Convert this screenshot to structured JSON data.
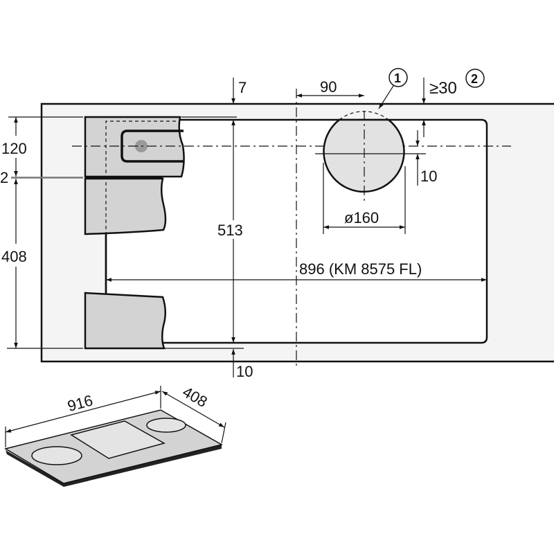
{
  "title": "Installation dimensions drawing",
  "dimensions": {
    "top_offset": "7",
    "center_offset": "90",
    "callout_1": "1",
    "min_clearance": "≥30",
    "callout_2": "2",
    "left_upper": "120",
    "gap": "2",
    "left_lower": "408",
    "cutout_depth": "513",
    "circle_offset": "10",
    "diameter": "ø160",
    "cutout_width": "896 (KM 8575 FL)",
    "bottom_offset": "10"
  },
  "appliance": {
    "width": "916",
    "depth": "408"
  },
  "colors": {
    "worktop": "#f4f4f4",
    "cabinet": "#d3d3d3",
    "duct": "#e2e2e2"
  }
}
